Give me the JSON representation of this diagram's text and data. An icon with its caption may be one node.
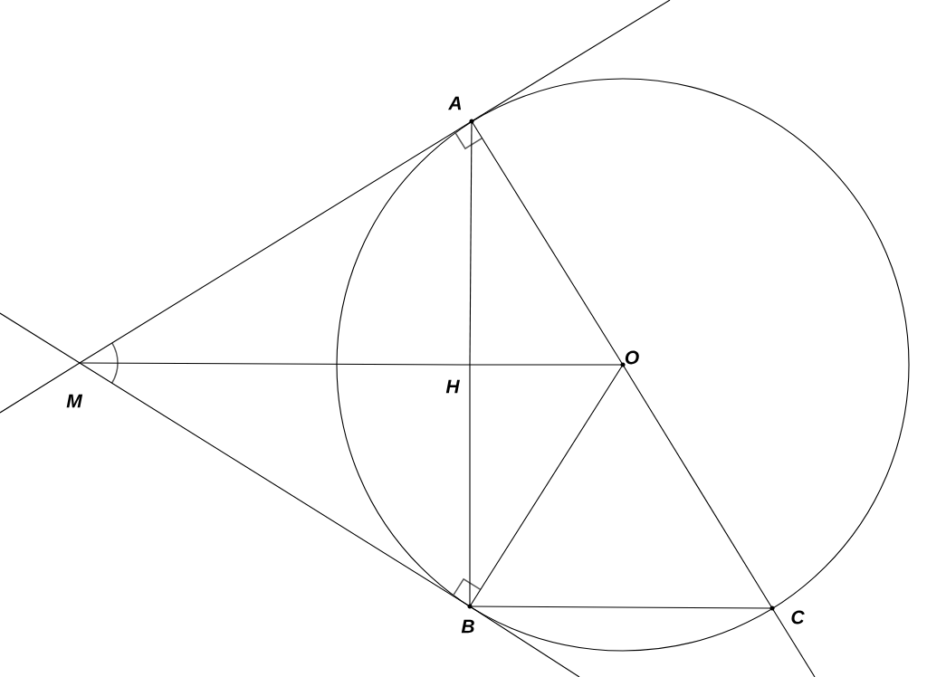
{
  "diagram": {
    "nodes": [
      {
        "text": [
          "A"
        ]
      },
      {
        "text": [
          "B"
        ]
      },
      {
        "text": [
          "C"
        ]
      },
      {
        "text": [
          "O"
        ]
      },
      {
        "text": [
          "M"
        ]
      },
      {
        "text": [
          "H"
        ]
      }
    ],
    "edges": [
      {
        "from": 4,
        "to": 0,
        "arrow": "none"
      },
      {
        "from": 4,
        "to": 1,
        "arrow": "none"
      },
      {
        "from": 4,
        "to": 5,
        "arrow": "none"
      },
      {
        "from": 5,
        "to": 3,
        "arrow": "none"
      },
      {
        "from": 0,
        "to": 5,
        "arrow": "none"
      },
      {
        "from": 5,
        "to": 1,
        "arrow": "none"
      },
      {
        "from": 0,
        "to": 3,
        "arrow": "none"
      },
      {
        "from": 3,
        "to": 2,
        "arrow": "none"
      },
      {
        "from": 3,
        "to": 1,
        "arrow": "none"
      },
      {
        "from": 1,
        "to": 2,
        "arrow": "none"
      }
    ]
  }
}
